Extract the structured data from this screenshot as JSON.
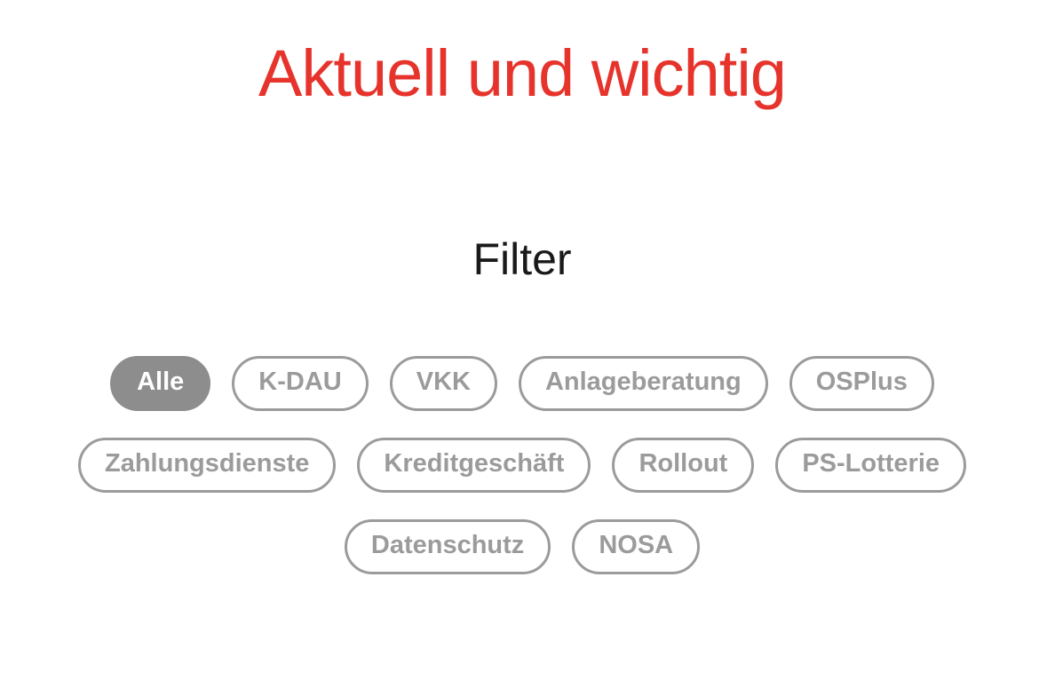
{
  "page": {
    "title": "Aktuell und wichtig",
    "filter_heading": "Filter"
  },
  "colors": {
    "title_red": "#e6342c",
    "chip_inactive": "#9b9b9b",
    "chip_active_bg": "#8d8d8d",
    "chip_active_text": "#ffffff"
  },
  "filters": {
    "selected": "Alle",
    "rows": [
      [
        {
          "label": "Alle",
          "selected": true
        },
        {
          "label": "K-DAU",
          "selected": false
        },
        {
          "label": "VKK",
          "selected": false
        },
        {
          "label": "Anlageberatung",
          "selected": false
        },
        {
          "label": "OSPlus",
          "selected": false
        }
      ],
      [
        {
          "label": "Zahlungsdienste",
          "selected": false
        },
        {
          "label": "Kreditgeschäft",
          "selected": false
        },
        {
          "label": "Rollout",
          "selected": false
        },
        {
          "label": "PS-Lotterie",
          "selected": false
        }
      ],
      [
        {
          "label": "Datenschutz",
          "selected": false
        },
        {
          "label": "NOSA",
          "selected": false
        }
      ]
    ]
  }
}
